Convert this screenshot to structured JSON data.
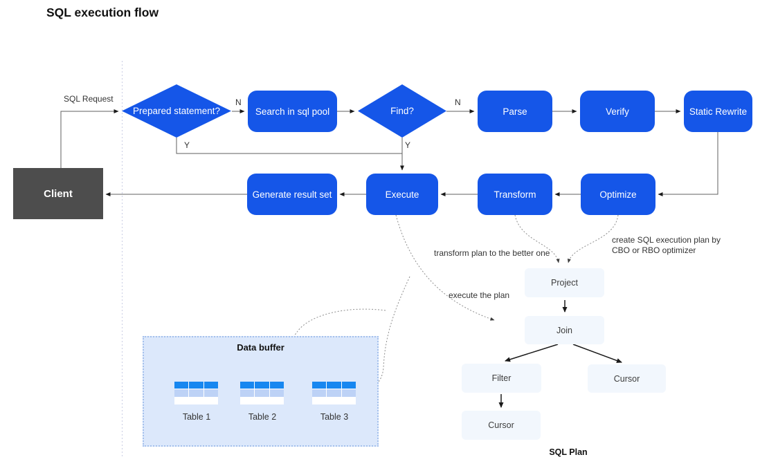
{
  "title": "SQL execution flow",
  "flow": {
    "client": "Client",
    "sql_request": "SQL Request",
    "decisions": {
      "prepared": "Prepared statement?",
      "find": "Find?"
    },
    "processes": {
      "search": "Search in sql pool",
      "parse": "Parse",
      "verify": "Verify",
      "static_rewrite": "Static Rewrite",
      "generate": "Generate result set",
      "execute": "Execute",
      "transform": "Transform",
      "optimize": "Optimize"
    },
    "branch_labels": {
      "n1": "N",
      "y1": "Y",
      "n2": "N",
      "y2": "Y"
    }
  },
  "annotations": {
    "transform_plan": "transform plan to  the better one",
    "create_plan": "create SQL execution plan by\nCBO or RBO optimizer",
    "execute_plan": "execute the plan"
  },
  "plan": {
    "project": "Project",
    "join": "Join",
    "filter": "Filter",
    "cursor_right": "Cursor",
    "cursor_bottom": "Cursor",
    "caption": "SQL Plan"
  },
  "data_buffer": {
    "title": "Data buffer",
    "tables": [
      {
        "label": "Table 1"
      },
      {
        "label": "Table 2"
      },
      {
        "label": "Table 3"
      }
    ]
  },
  "colors": {
    "node_blue": "#1556e8",
    "client_gray": "#4d4d4d",
    "table_header_blue": "#1787f0",
    "table_mid_blue": "#bdd2f6",
    "buffer_bg": "#dce8fb",
    "plan_node_bg": "#f2f7fd"
  }
}
